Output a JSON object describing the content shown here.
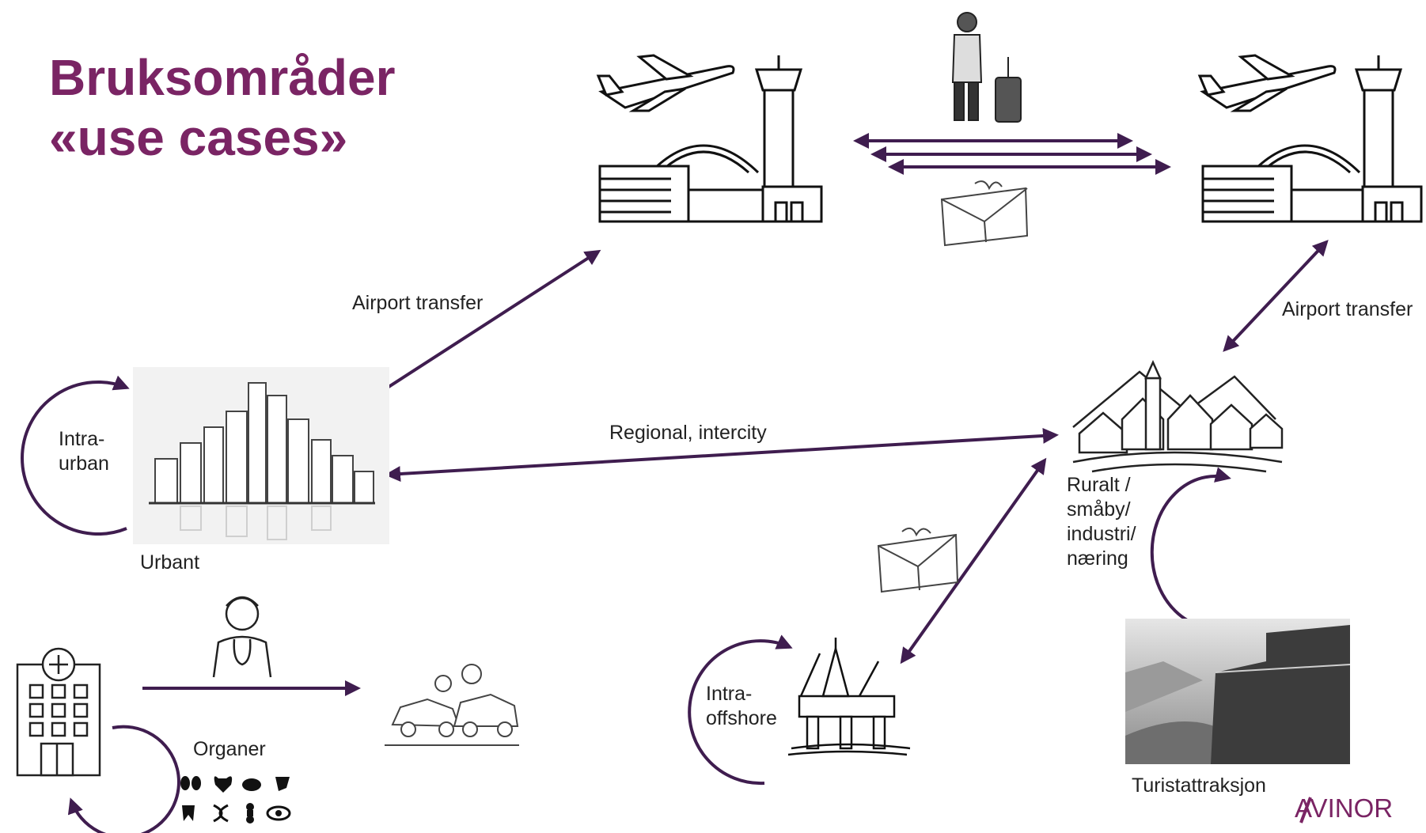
{
  "title": {
    "line1": "Bruksområder",
    "line2": "«use cases»"
  },
  "labels": {
    "airport_transfer_left": "Airport transfer",
    "airport_transfer_right": "Airport transfer",
    "regional": "Regional, intercity",
    "intra_urban": "Intra-\nurban",
    "urbant": "Urbant",
    "ruralt": "Ruralt /\nsmåby/\nindustri/\nnæring",
    "intra_offshore": "Intra-\noffshore",
    "organer": "Organer",
    "turist": "Turistattraksjon"
  },
  "logo": "AVINOR",
  "colors": {
    "accent": "#7a2464",
    "arrow": "#3f1d4f"
  },
  "icons": [
    "airport-left-icon",
    "airport-right-icon",
    "traveler-icon",
    "package-top-icon",
    "city-skyline-image",
    "village-icon",
    "package-mid-icon",
    "oil-rig-icon",
    "hospital-icon",
    "nurse-icon",
    "car-crash-icon",
    "organ-icons",
    "cliff-photo"
  ]
}
